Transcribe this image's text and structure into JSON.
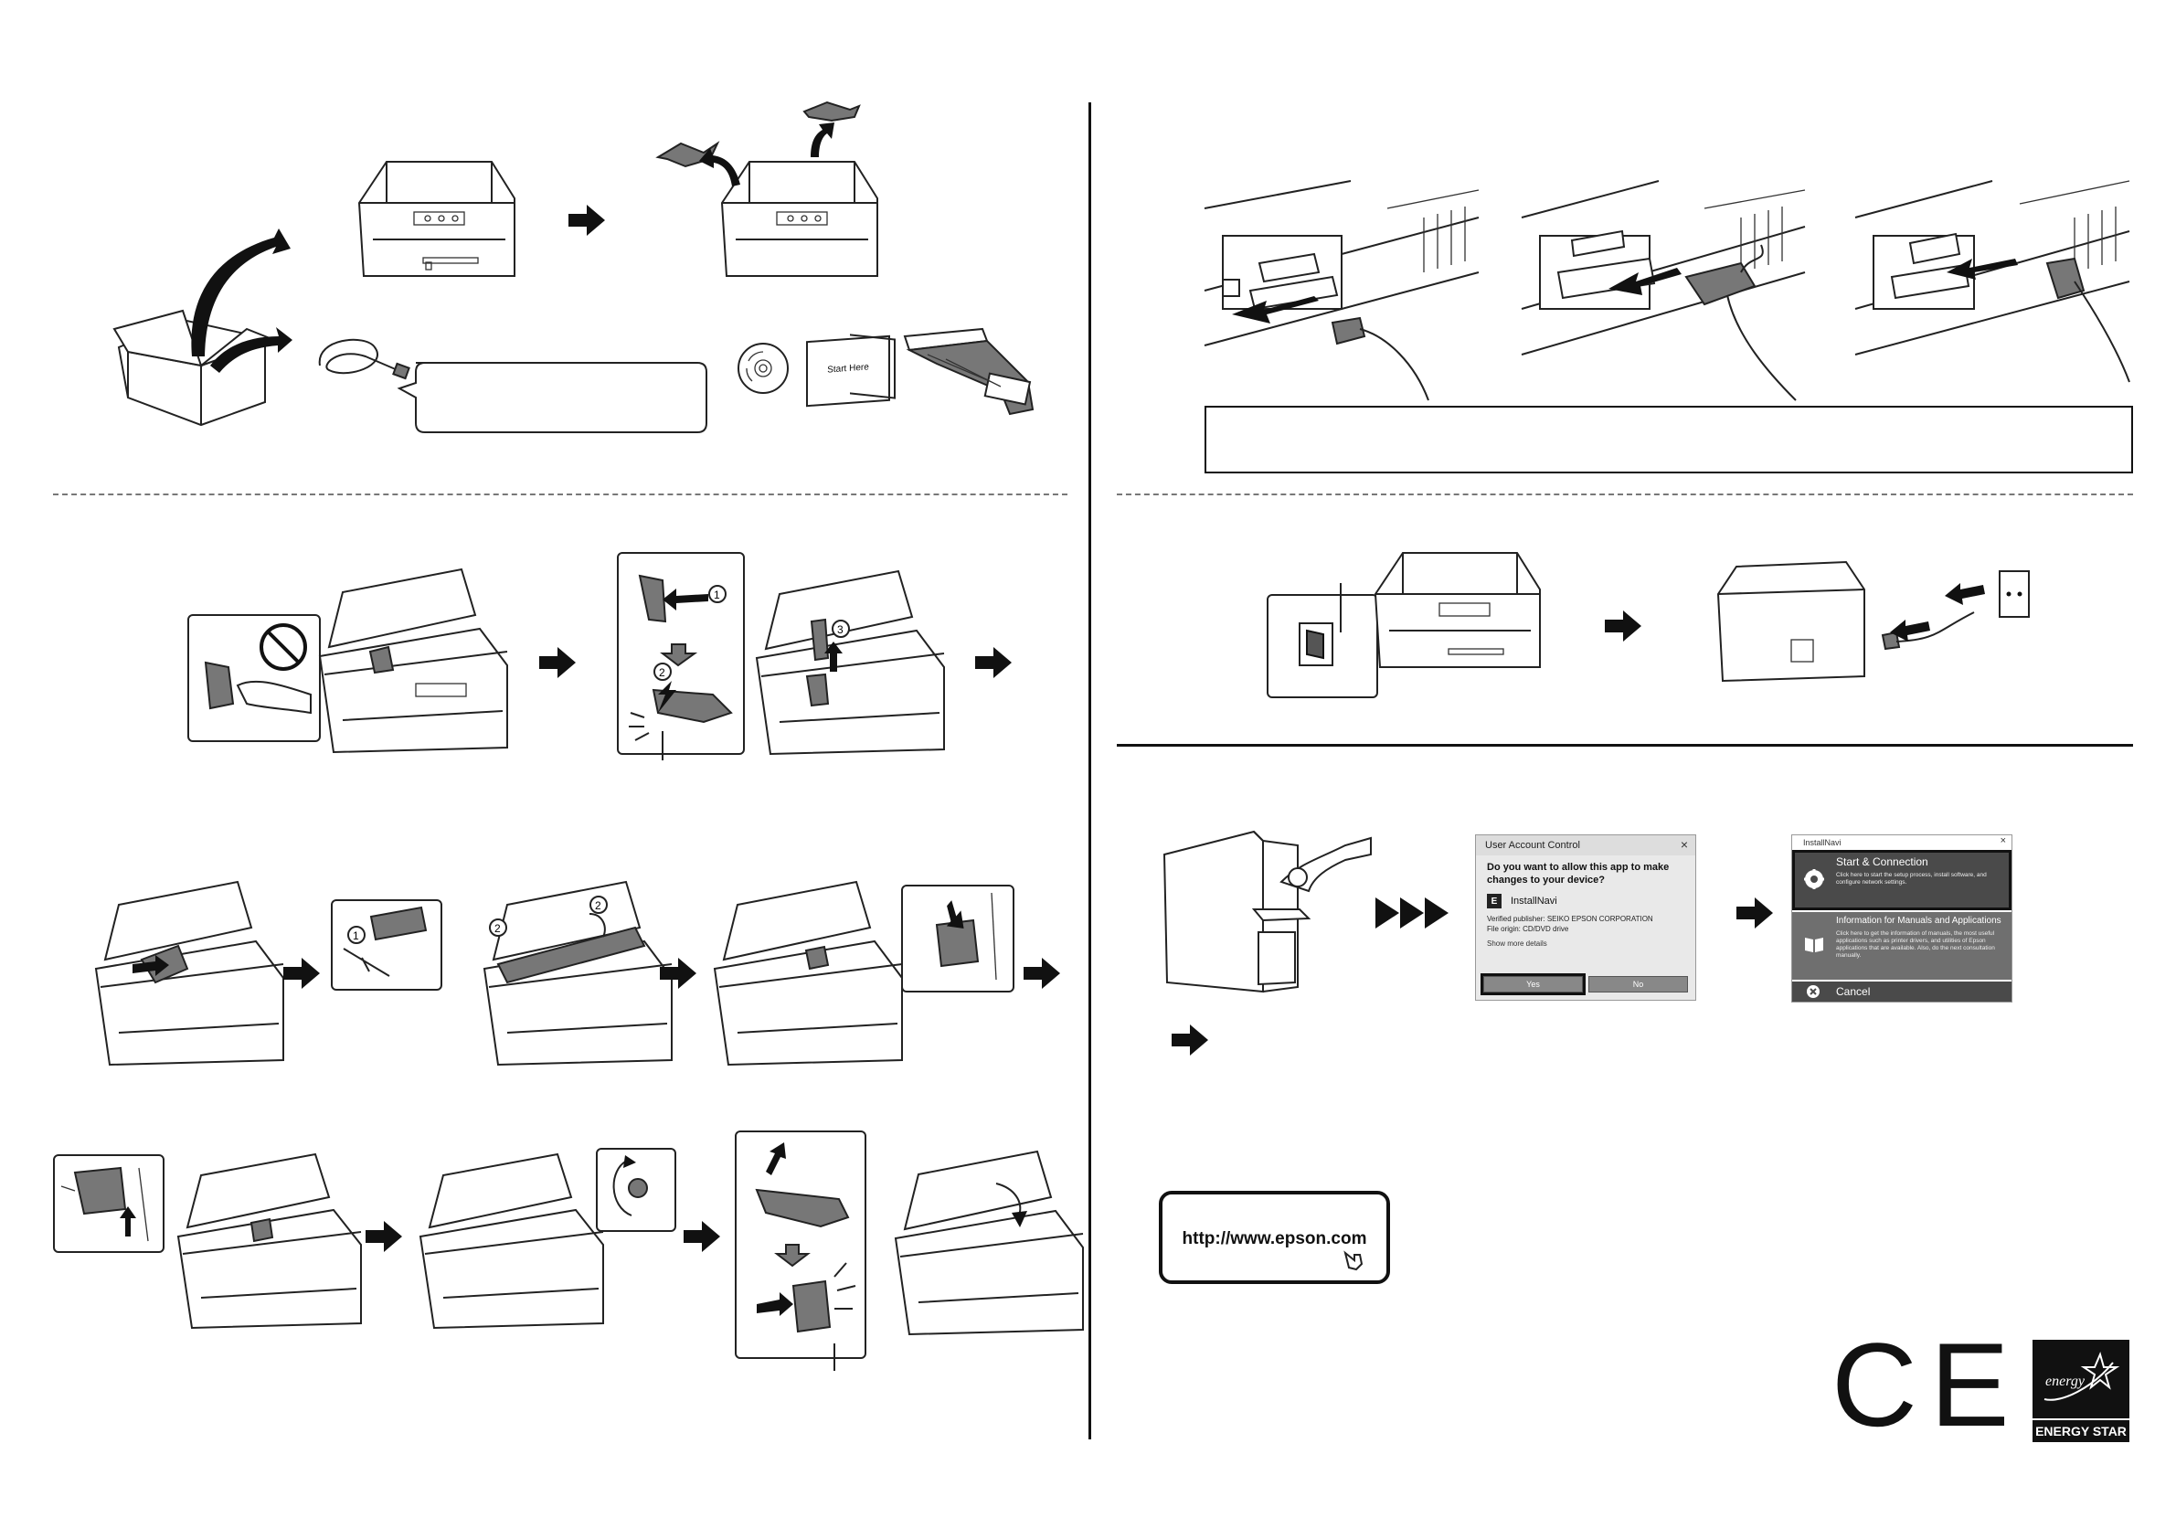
{
  "unpack": {
    "start_here_label": "Start Here"
  },
  "dialog": {
    "title": "User Account Control",
    "question": "Do you want to allow this app to make changes to your device?",
    "app_name": "InstallNavi",
    "app_icon_letter": "E",
    "publisher": "Verified publisher: SEIKO EPSON CORPORATION",
    "origin": "File origin: CD/DVD drive",
    "show_more": "Show more details",
    "yes_label": "Yes",
    "no_label": "No",
    "close_glyph": "×"
  },
  "installnavi": {
    "title": "InstallNavi",
    "close_glyph": "×",
    "items": [
      {
        "title": "Start & Connection",
        "desc": "Click here to start the setup process, install software, and configure network settings.",
        "icon": "gear-icon"
      },
      {
        "title": "Information for Manuals and Applications",
        "desc": "Click here to get the information of manuals, the most useful applications such as printer drivers, and utilities of Epson applications that are available. Also, do the next consultation manually.",
        "icon": "book-icon"
      },
      {
        "title": "Cancel",
        "desc": "",
        "icon": "cancel-icon"
      }
    ]
  },
  "website": {
    "url": "http://www.epson.com"
  },
  "logos": {
    "ce": "CE",
    "energy_star": "ENERGY STAR",
    "energy_script": "energy"
  },
  "colors": {
    "ink": "#111111",
    "dialog_bg": "#e9e9e9",
    "menu_dark": "#4a4a4a",
    "menu_mid": "#6f6f6f",
    "button_gray": "#888888"
  }
}
